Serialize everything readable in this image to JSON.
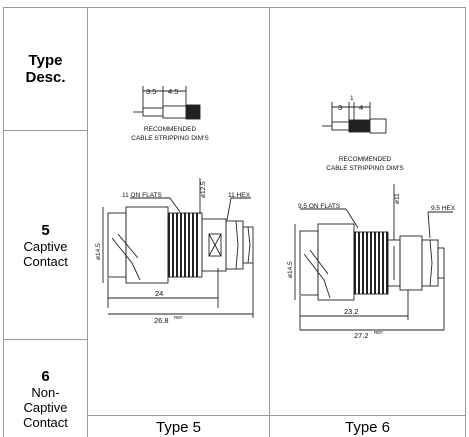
{
  "table": {
    "header": {
      "line1": "Type",
      "line2": "Desc."
    },
    "row5": {
      "number": "5",
      "line1": "Captive",
      "line2": "Contact"
    },
    "row6": {
      "number": "6",
      "line1": "Non-",
      "line2": "Captive",
      "line3": "Contact"
    },
    "footer": {
      "col1": "Type 5",
      "col2": "Type 6"
    }
  },
  "type5": {
    "strip_a": "3.5",
    "strip_b": "4.5",
    "strip_caption_1": "RECOMMENDED",
    "strip_caption_2": "CABLE STRIPPING DIM'S",
    "flats": "11 ON FLATS",
    "dia_small": "ø12.5",
    "hex": "11 HEX",
    "dia_large": "ø14.5",
    "len1": "24",
    "len2": "26.8",
    "len2_suffix": "REF."
  },
  "type6": {
    "strip_a": "3",
    "strip_b": "1",
    "strip_c": "4",
    "strip_caption_1": "RECOMMENDED",
    "strip_caption_2": "CABLE STRIPPING DIM'S",
    "flats": "9.5 ON FLATS",
    "dia_small": "ø11",
    "hex": "9.5 HEX",
    "dia_large": "ø14.5",
    "len1": "23.2",
    "len2": "27.2",
    "len2_suffix": "REF."
  }
}
